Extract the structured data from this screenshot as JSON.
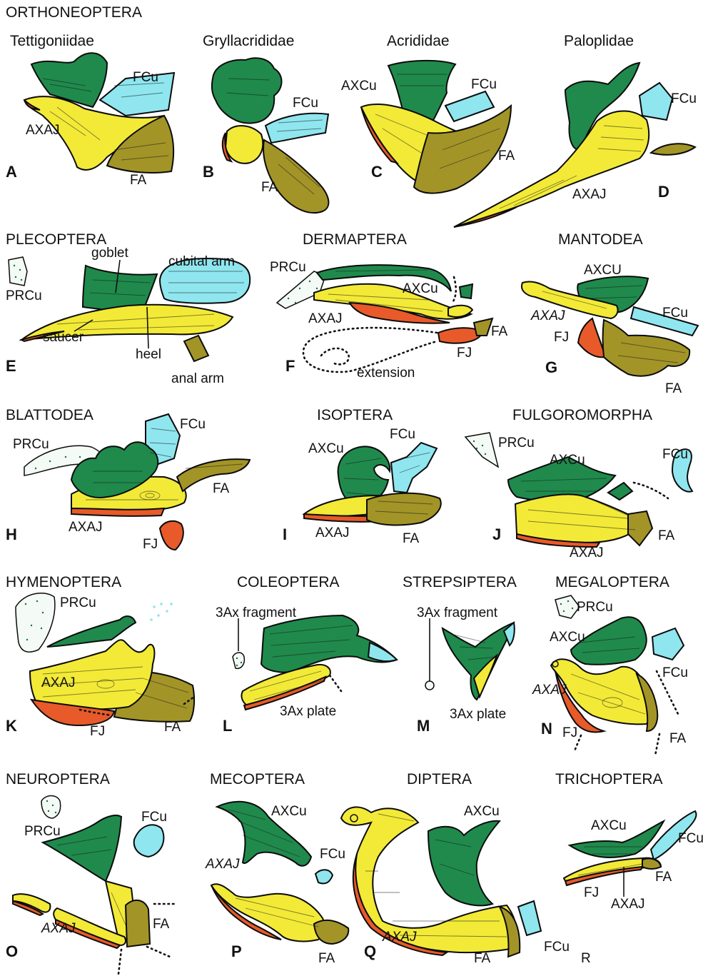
{
  "colors": {
    "green": "#1f8a4c",
    "cyan": "#8fe6ef",
    "yellow": "#f2ea37",
    "orange": "#e85a2a",
    "olive": "#a39428",
    "stipple": "#f4faf5"
  },
  "panels": {
    "A": {
      "letter": "A",
      "order": "ORTHONEOPTERA",
      "family": "Tettigoniidae",
      "labels": [
        "FCu",
        "AXAJ",
        "FA"
      ]
    },
    "B": {
      "letter": "B",
      "family": "Gryllacrididae",
      "labels": [
        "FCu",
        "FA"
      ]
    },
    "C": {
      "letter": "C",
      "family": "Acrididae",
      "labels": [
        "AXCu",
        "FCu",
        "FA"
      ]
    },
    "D": {
      "letter": "D",
      "family": "Paloplidae",
      "labels": [
        "FCu",
        "AXAJ"
      ]
    },
    "E": {
      "letter": "E",
      "order": "PLECOPTERA",
      "labels": [
        "PRCu",
        "goblet",
        "cubital arm",
        "saucer",
        "heel",
        "anal arm"
      ]
    },
    "F": {
      "letter": "F",
      "order": "DERMAPTERA",
      "labels": [
        "PRCu",
        "AXCu",
        "AXAJ",
        "FA",
        "FJ",
        "extension"
      ]
    },
    "G": {
      "letter": "G",
      "order": "MANTODEA",
      "labels": [
        "AXCU",
        "FCu",
        "AXAJ",
        "FJ",
        "FA"
      ]
    },
    "H": {
      "letter": "H",
      "order": "BLATTODEA",
      "labels": [
        "FCu",
        "PRCu",
        "FA",
        "AXAJ",
        "FJ"
      ]
    },
    "I": {
      "letter": "I",
      "order": "ISOPTERA",
      "labels": [
        "AXCu",
        "FCu",
        "AXAJ",
        "FA"
      ]
    },
    "J": {
      "letter": "J",
      "order": "FULGOROMORPHA",
      "labels": [
        "PRCu",
        "AXCu",
        "FCu",
        "FA",
        "AXAJ"
      ]
    },
    "K": {
      "letter": "K",
      "order": "HYMENOPTERA",
      "labels": [
        "PRCu",
        "AXAJ",
        "FJ",
        "FA"
      ]
    },
    "L": {
      "letter": "L",
      "order": "COLEOPTERA",
      "labels": [
        "3Ax fragment",
        "3Ax plate"
      ]
    },
    "M": {
      "letter": "M",
      "order": "STREPSIPTERA",
      "labels": [
        "3Ax fragment",
        "3Ax plate"
      ]
    },
    "N": {
      "letter": "N",
      "order": "MEGALOPTERA",
      "labels": [
        "PRCu",
        "AXCu",
        "FCu",
        "AXAJ",
        "FJ",
        "FA"
      ]
    },
    "O": {
      "letter": "O",
      "order": "NEUROPTERA",
      "labels": [
        "PRCu",
        "FCu",
        "FA",
        "AXAJ"
      ]
    },
    "P": {
      "letter": "P",
      "order": "MECOPTERA",
      "labels": [
        "AXCu",
        "FCu",
        "AXAJ",
        "FA"
      ]
    },
    "Q": {
      "letter": "Q",
      "order": "DIPTERA",
      "labels": [
        "AXCu",
        "AXAJ",
        "FCu",
        "FA"
      ]
    },
    "R": {
      "letter": "R",
      "order": "TRICHOPTERA",
      "labels": [
        "AXCu",
        "FCu",
        "FA",
        "FJ",
        "AXAJ"
      ]
    }
  }
}
